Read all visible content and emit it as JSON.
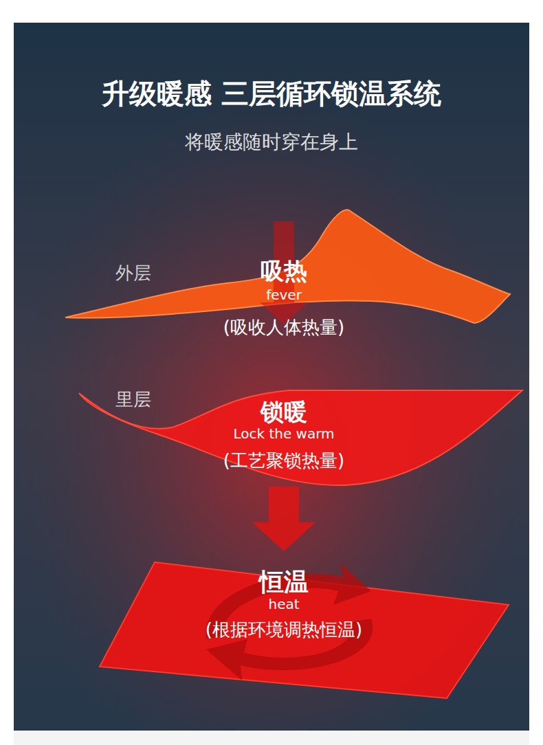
{
  "diagram": {
    "title": "升级暖感 三层循环锁温系统",
    "nodes": [
      {
        "text": [
          "外层",
          "吸热",
          "fever",
          "(吸收人体热量)"
        ]
      },
      {
        "text": [
          "里层",
          "锁暖",
          "Lock the warm",
          "(工艺聚锁热量)"
        ]
      },
      {
        "text": [
          "恒温",
          "heat",
          "(根据环境调热恒温)"
        ]
      }
    ],
    "edges": [
      {
        "from": 1,
        "to": 2,
        "arrow": "to"
      }
    ],
    "labels": [
      "将暖感随时穿在身上"
    ]
  }
}
